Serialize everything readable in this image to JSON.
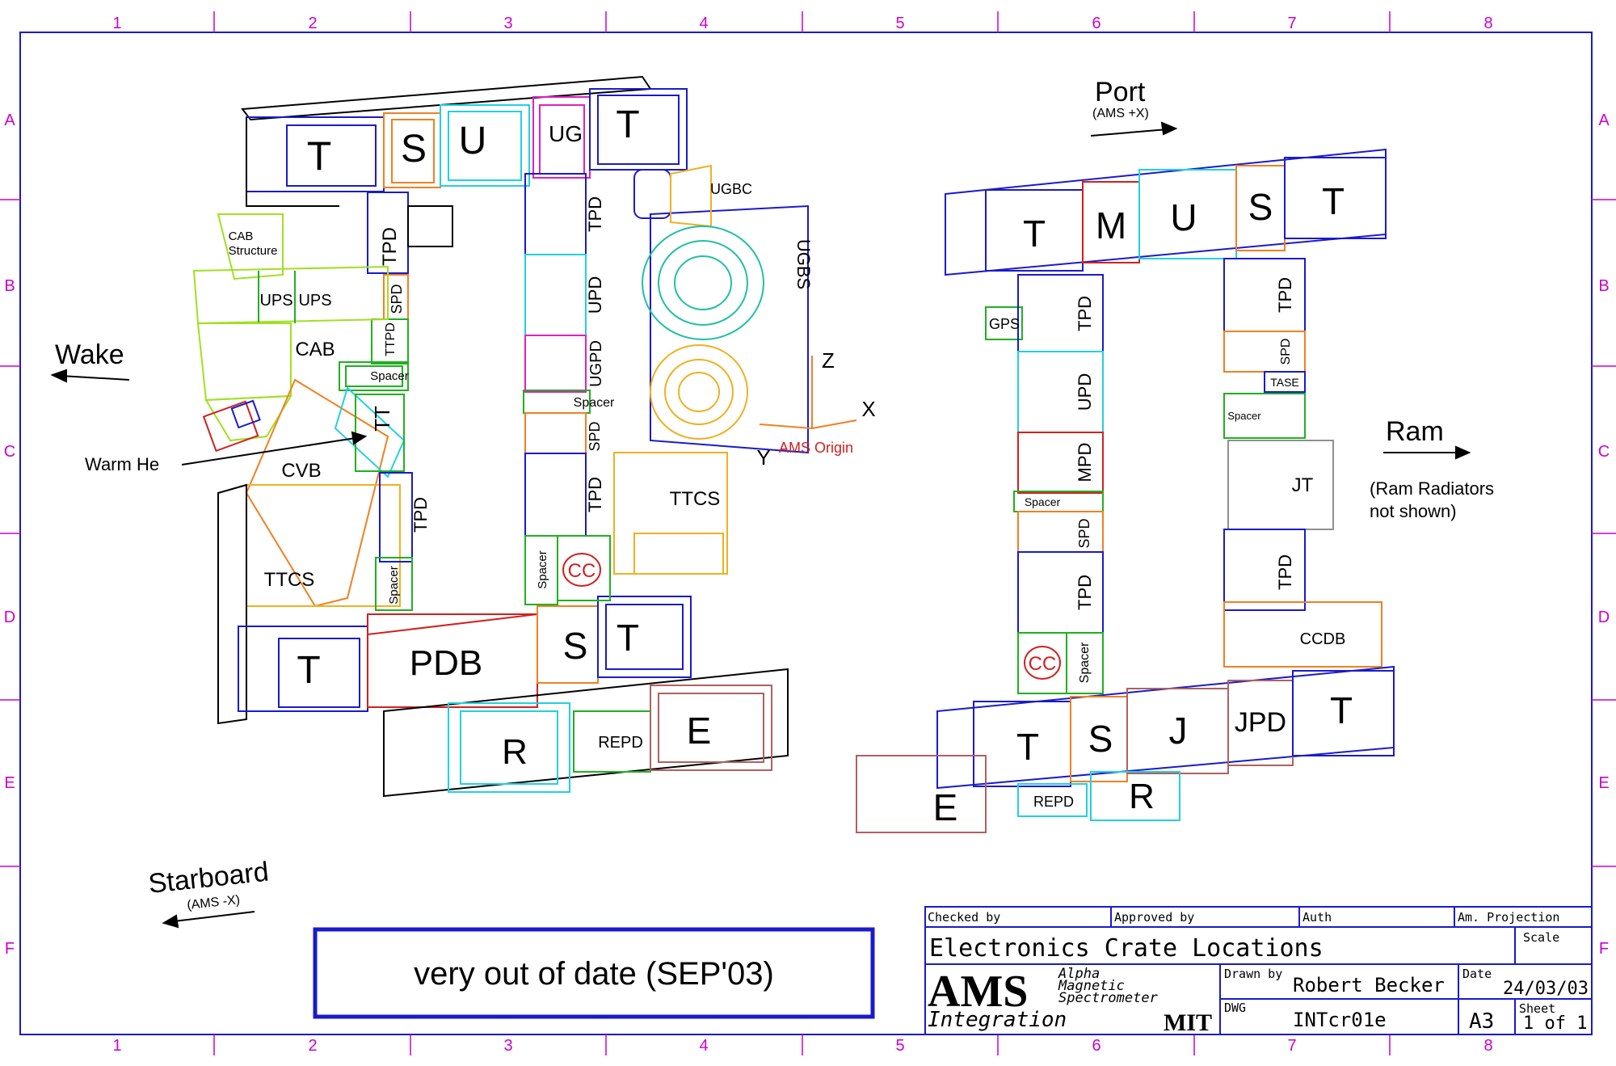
{
  "grid": {
    "columns": [
      "1",
      "2",
      "3",
      "4",
      "5",
      "6",
      "7",
      "8"
    ],
    "rows": [
      "A",
      "B",
      "C",
      "D",
      "E",
      "F"
    ]
  },
  "directions": {
    "port": "Port",
    "port_sub": "(AMS +X)",
    "wake": "Wake",
    "ram": "Ram",
    "ram_note_1": "(Ram Radiators",
    "ram_note_2": "not shown)",
    "starboard": "Starboard",
    "starboard_sub": "(AMS -X)",
    "warm_he": "Warm He"
  },
  "axes": {
    "z": "Z",
    "x": "X",
    "y": "Y",
    "origin": "AMS Origin"
  },
  "left_view": {
    "top_row": [
      "T",
      "S",
      "U",
      "UG",
      "T"
    ],
    "cab_structure_1": "CAB",
    "cab_structure_2": "Structure",
    "ups_1": "UPS",
    "ups_2": "UPS",
    "cab": "CAB",
    "tpd_a": "TPD",
    "spd_a": "SPD",
    "ttpd": "TTPD",
    "spacer_a": "Spacer",
    "tt": "TT",
    "cvb": "CVB",
    "ttcs_left": "TTCS",
    "tpd_b": "TPD",
    "spacer_b": "Spacer",
    "col_tpd_1": "TPD",
    "col_upd": "UPD",
    "col_ugpd": "UGPD",
    "col_spacer": "Spacer",
    "col_spd": "SPD",
    "col_tpd_2": "TPD",
    "spacer_c": "Spacer",
    "cc": "CC",
    "ugbc": "UGBC",
    "ugbs": "UGBS",
    "ttcs_right": "TTCS",
    "t_bottom": "T",
    "pdb": "PDB",
    "s_bottom": "S",
    "t_bottom2": "T",
    "r": "R",
    "repd": "REPD",
    "e": "E"
  },
  "right_view": {
    "top_row": [
      "T",
      "M",
      "U",
      "S",
      "T"
    ],
    "gps": "GPS",
    "left_col": [
      "TPD",
      "UPD",
      "MPD",
      "Spacer",
      "SPD",
      "TPD"
    ],
    "cc": "CC",
    "spacer_cc": "Spacer",
    "right_col": [
      "TPD",
      "SPD",
      "TASE",
      "Spacer"
    ],
    "jt": "JT",
    "tpd_r": "TPD",
    "ccdb": "CCDB",
    "bottom_row": [
      "T",
      "S",
      "J",
      "JPD",
      "T"
    ],
    "e": "E",
    "repd": "REPD",
    "r": "R"
  },
  "note": "very out of date (SEP'03)",
  "title_block": {
    "checked_by_label": "Checked by",
    "approved_by_label": "Approved by",
    "auth_label": "Auth",
    "projection_label": "Am. Projection",
    "title": "Electronics Crate Locations",
    "scale_label": "Scale",
    "logo": "AMS",
    "logo_sub_1": "Alpha",
    "logo_sub_2": "Magnetic",
    "logo_sub_3": "Spectrometer",
    "integration": "Integration",
    "mit": "MIT",
    "drawn_by_label": "Drawn by",
    "drawn_by": "Robert Becker",
    "date_label": "Date",
    "date": "24/03/03",
    "dwg_label": "DWG",
    "dwg": "INTcr01e",
    "size": "A3",
    "sheet_label": "Sheet",
    "sheet": "1 of 1"
  },
  "colors": {
    "blue": "#1a1acc",
    "cyan": "#22d0e0",
    "orange": "#f08020",
    "magenta": "#e020c0",
    "green": "#20b020",
    "lime": "#a0e020",
    "red": "#d02020",
    "gray": "#909090",
    "brown": "#b06060",
    "yellow": "#f0b020",
    "teal": "#20c0a0",
    "grid": "#cc00cc"
  }
}
